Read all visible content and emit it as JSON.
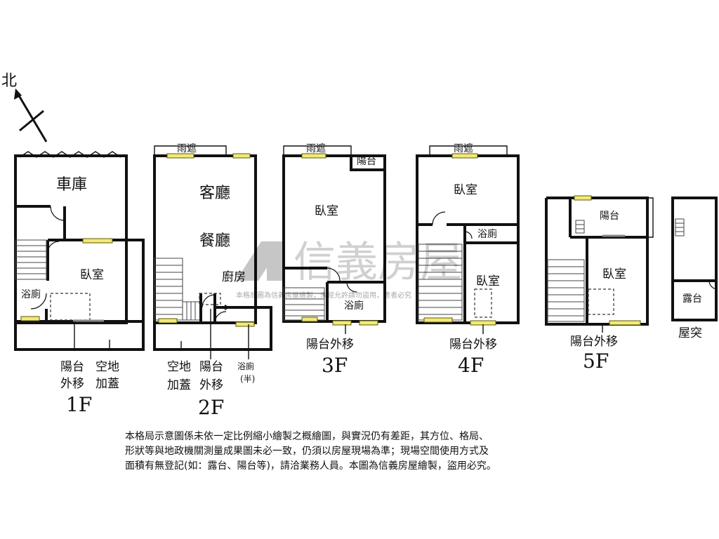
{
  "north": {
    "label": "北"
  },
  "floors": {
    "f1": {
      "name": "1F",
      "rooms": {
        "garage": "車庫",
        "bedroom": "臥室",
        "bath": "浴廁"
      },
      "annotations": {
        "balcony_moved_1": "陽台",
        "balcony_moved_2": "外移",
        "open_space_1": "空地",
        "open_space_2": "加蓋"
      }
    },
    "f2": {
      "name": "2F",
      "rooms": {
        "canopy": "雨遮",
        "living": "客廳",
        "dining": "餐廳",
        "kitchen": "廚房"
      },
      "annotations": {
        "open_space_1": "空地",
        "open_space_2": "加蓋",
        "balcony_moved_1": "陽台",
        "balcony_moved_2": "外移",
        "half_bath_1": "浴廁",
        "half_bath_2": "(半)"
      }
    },
    "f3": {
      "name": "3F",
      "rooms": {
        "canopy": "雨遮",
        "balcony": "陽台",
        "bedroom": "臥室",
        "bath": "浴廁"
      },
      "annotations": {
        "balcony_moved": "陽台外移"
      }
    },
    "f4": {
      "name": "4F",
      "rooms": {
        "canopy": "雨遮",
        "bedroom_1": "臥室",
        "bath": "浴廁",
        "bedroom_2": "臥室"
      },
      "annotations": {
        "balcony_moved": "陽台外移"
      }
    },
    "f5": {
      "name": "5F",
      "rooms": {
        "balcony": "陽台",
        "bedroom": "臥室"
      },
      "annotations": {
        "balcony_moved": "陽台外移"
      }
    },
    "roof": {
      "name": "屋突",
      "rooms": {
        "terrace": "露台"
      }
    }
  },
  "watermark": {
    "brand": "信義房屋",
    "notice": "本格局圖為信義房屋繪製，未經允許請勿盜用，違者必究"
  },
  "disclaimer": {
    "line1": "本格局示意圖係未依一定比例縮小繪製之概繪圖，與實況仍有差距，其方位、格局、",
    "line2": "形狀等與地政機關測量成果圖未必一致，仍須以房屋現場為準；現場空間使用方式及",
    "line3": "面積有無登記(如：露台、陽台等)，請洽業務人員。本圖為信義房屋繪製，盜用必究。"
  }
}
